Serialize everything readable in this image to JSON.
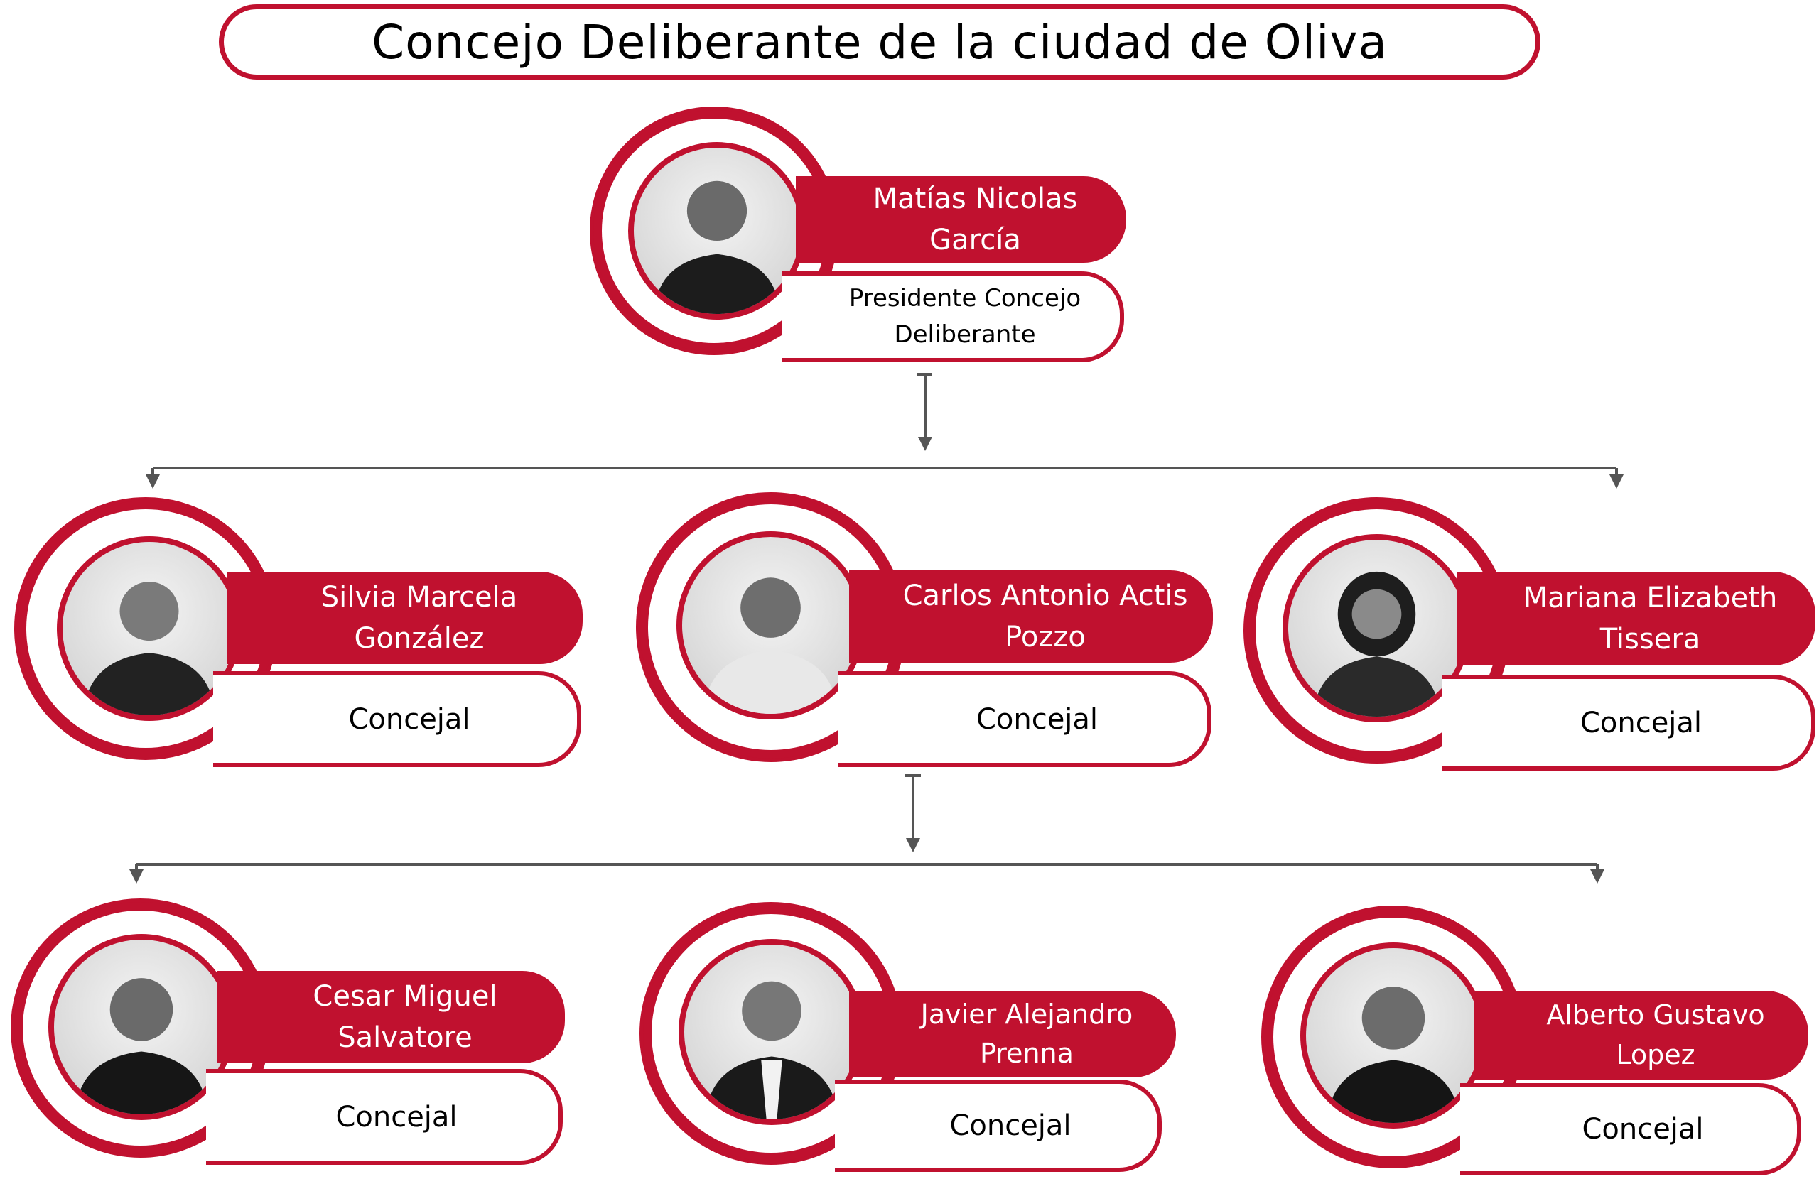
{
  "title": "Concejo Deliberante de la ciudad de Oliva",
  "president": {
    "name": "Matías Nicolas\nGarcía",
    "role": "Presidente Concejo\nDeliberante"
  },
  "row1": [
    {
      "name": "Silvia Marcela\nGonzález",
      "role": "Concejal"
    },
    {
      "name": "Carlos Antonio Actis\nPozzo",
      "role": "Concejal"
    },
    {
      "name": "Mariana Elizabeth\nTissera",
      "role": "Concejal"
    }
  ],
  "row2": [
    {
      "name": "Cesar Miguel\nSalvatore",
      "role": "Concejal"
    },
    {
      "name": "Javier Alejandro\nPrenna",
      "role": "Concejal"
    },
    {
      "name": "Alberto Gustavo\nLopez",
      "role": "Concejal"
    }
  ],
  "colors": {
    "accent": "#c0112f",
    "connector": "#555555"
  }
}
